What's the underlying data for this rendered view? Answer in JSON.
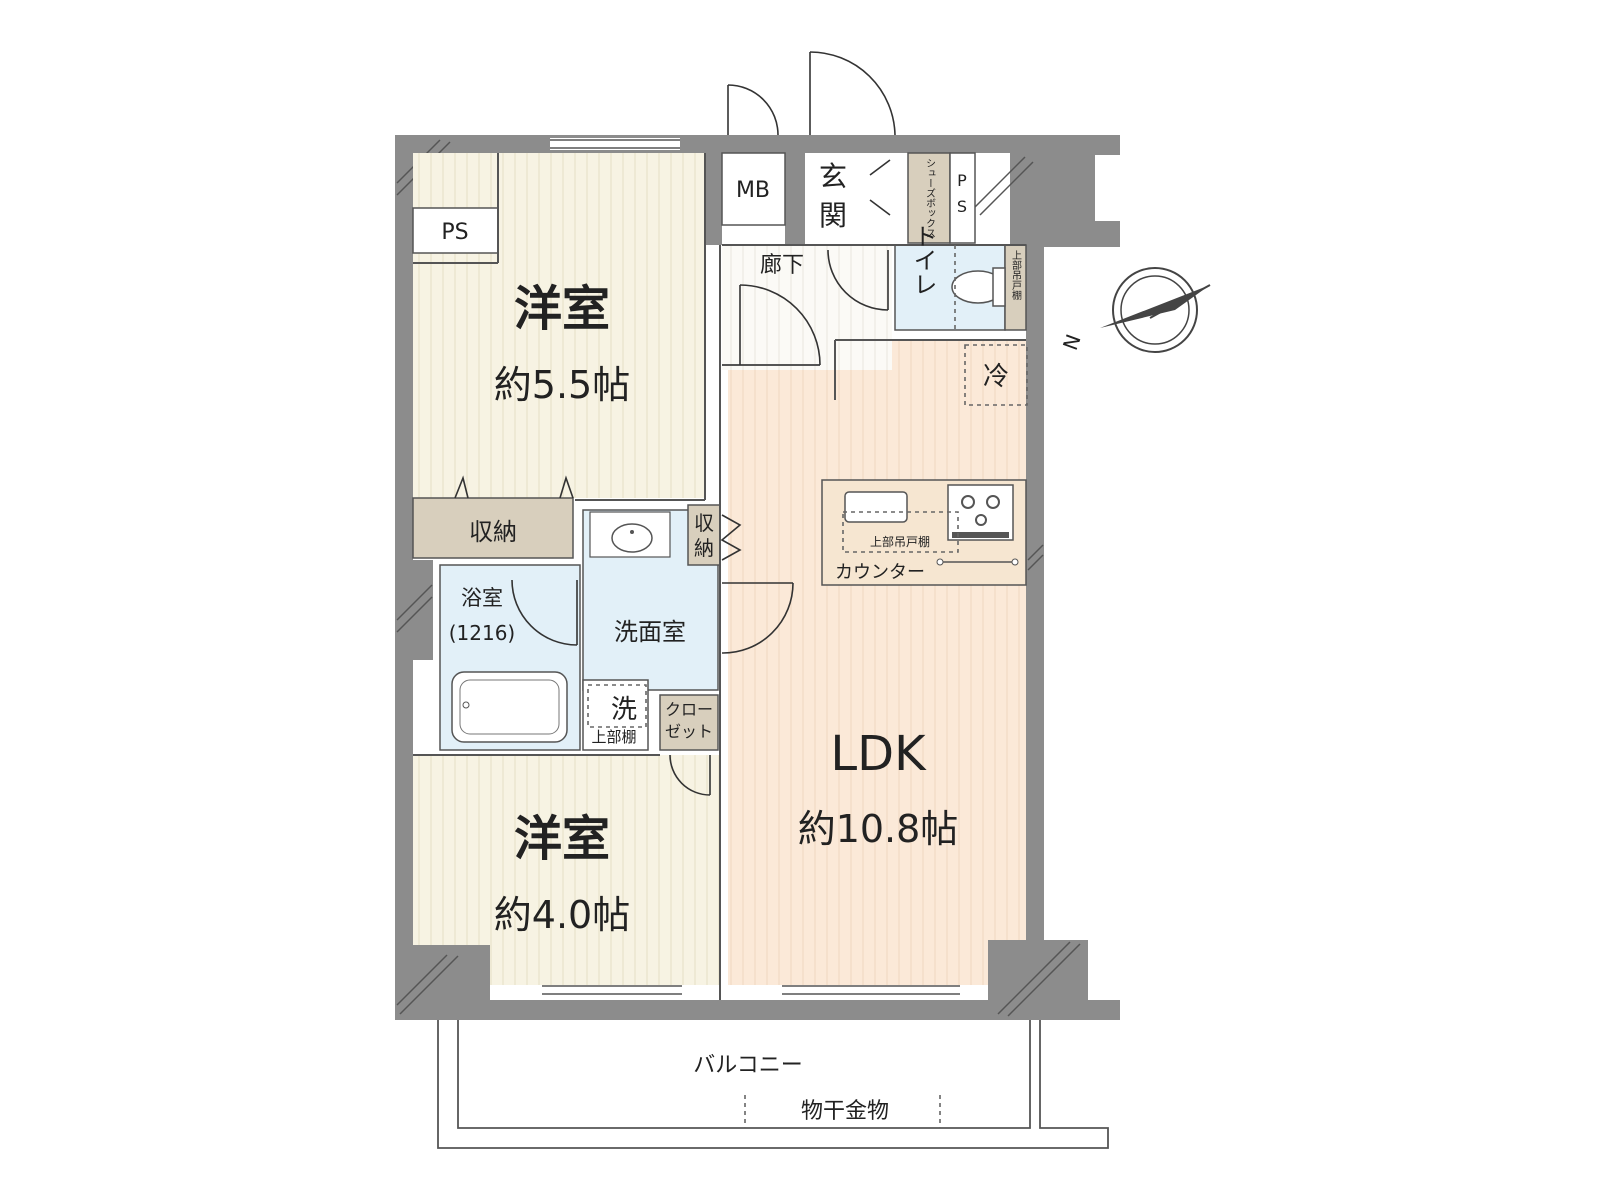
{
  "rooms": {
    "western_room_1": {
      "name": "洋室",
      "size": "約5.5帖"
    },
    "western_room_2": {
      "name": "洋室",
      "size": "約4.0帖"
    },
    "ldk": {
      "name": "LDK",
      "size": "約10.8帖"
    },
    "storage_bedroom": "収納",
    "storage_small_top": "収",
    "storage_small_bottom": "納",
    "bathroom": "浴室",
    "bathroom_size": "(1216)",
    "washroom": "洗面室",
    "washer": "洗",
    "washer_shelf": "上部棚",
    "closet_top": "クロー",
    "closet_bottom": "ゼット",
    "entrance_top": "玄",
    "entrance_bottom": "関",
    "hallway": "廊下",
    "toilet": "トイレ",
    "toilet_shelf": "上部吊戸棚",
    "shoe_box": "シューズボックス",
    "meter_box": "MB",
    "pipe_space_1": "PS",
    "pipe_space_2_top": "P",
    "pipe_space_2_bottom": "S",
    "fridge": "冷",
    "kitchen_shelf": "上部吊戸棚",
    "counter": "カウンター",
    "balcony": "バルコニー",
    "clothes_rack": "物干金物"
  },
  "compass": {
    "north_label": "N"
  },
  "colors": {
    "wall": "#8c8c8c",
    "wood_light": "#f7f3e3",
    "wood_ldk": "#fbe9d8",
    "water": "#e2f0f8",
    "storage": "#d8cfbd",
    "floor_plain": "#ffffff"
  }
}
